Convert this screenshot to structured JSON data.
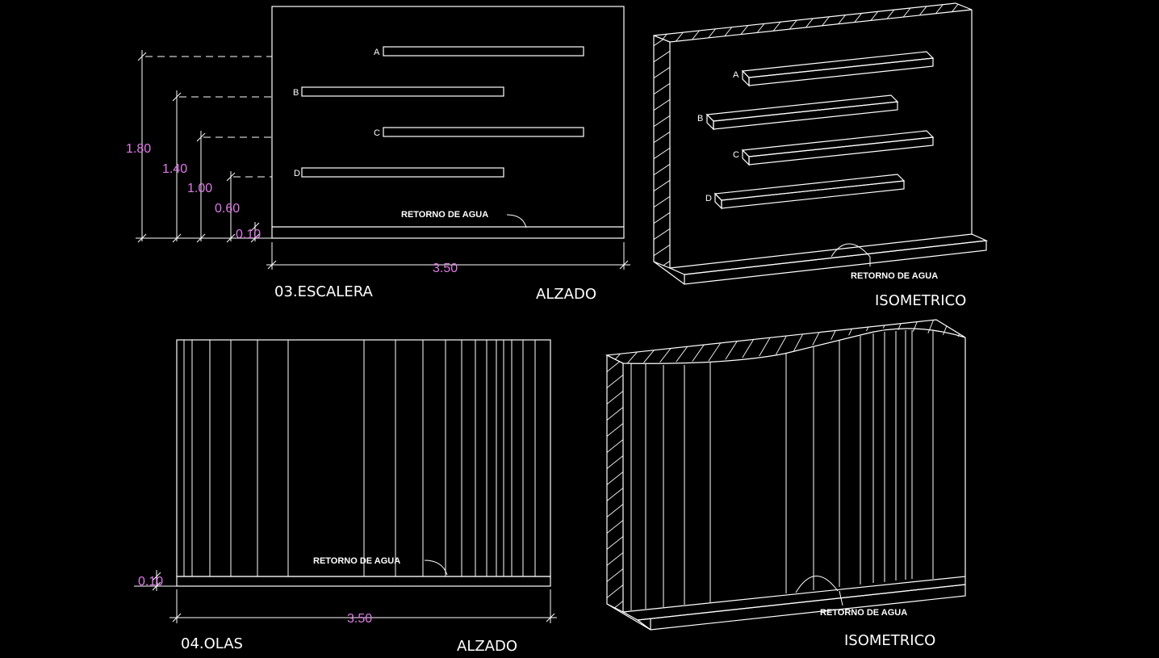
{
  "escalera": {
    "title": "03.ESCALERA",
    "view_alzado": "ALZADO",
    "view_isometrico": "ISOMETRICO",
    "retorno": "RETORNO DE AGUA",
    "width_dim": "3.50",
    "base_dim": "0.10",
    "heights": [
      "1.80",
      "1.40",
      "1.00",
      "0.60"
    ],
    "steps": [
      "A",
      "B",
      "C",
      "D"
    ]
  },
  "olas": {
    "title": "04.OLAS",
    "view_alzado": "ALZADO",
    "view_isometrico": "ISOMETRICO",
    "retorno": "RETORNO DE AGUA",
    "width_dim": "3.50",
    "base_dim": "0.10"
  },
  "colors": {
    "background": "#000000",
    "lines": "#ffffff",
    "dimensions": "#e07ae8"
  }
}
